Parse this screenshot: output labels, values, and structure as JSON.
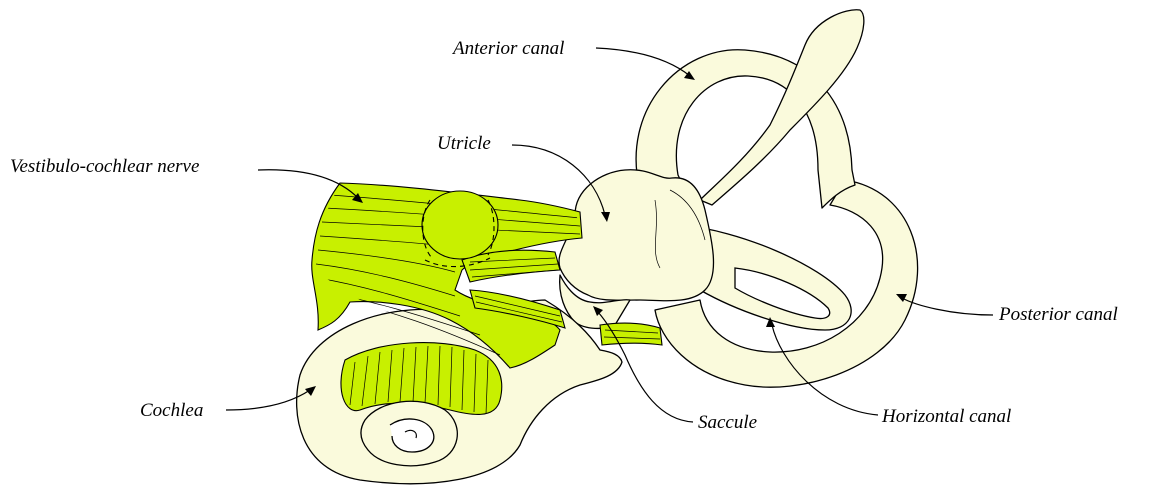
{
  "colors": {
    "labyrinth_fill": "#fafadc",
    "nerve_fill": "#c8f000",
    "outline": "#000000",
    "background": "#ffffff"
  },
  "labels": {
    "anterior_canal": "Anterior canal",
    "utricle": "Utricle",
    "vestibulo_cochlear_nerve": "Vestibulo-cochlear nerve",
    "posterior_canal": "Posterior canal",
    "horizontal_canal": "Horizontal canal",
    "saccule": "Saccule",
    "cochlea": "Cochlea"
  }
}
